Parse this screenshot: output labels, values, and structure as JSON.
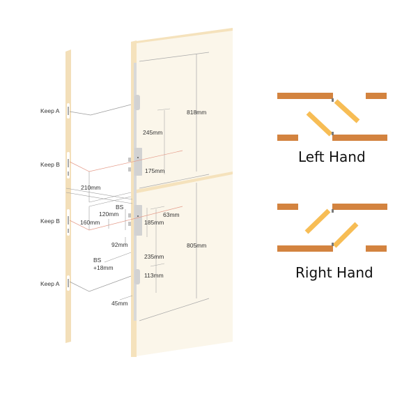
{
  "diagram": {
    "title": "Multipoint lock fitting diagram",
    "colors": {
      "door_face": "#fbf6ea",
      "door_edge": "#f5e2bc",
      "frame": "#f3dfb9",
      "leaf_bar": "#d3833f",
      "swing_leaf": "#f7bd55",
      "hinge": "#7a7a7a",
      "guide_line": "#9a9a9a",
      "red_line": "#e59a88"
    },
    "frame_labels": {
      "keep_a_top": "Keep A",
      "keep_b_top": "Keep B",
      "keep_b_bottom": "Keep B",
      "keep_a_bottom": "Keep A"
    },
    "dimensions": {
      "d818": "818mm",
      "d245": "245mm",
      "d175": "175mm",
      "d210": "210mm",
      "d120": "120mm",
      "d160": "160mm",
      "bs_top": "BS",
      "d185": "185mm",
      "d63": "63mm",
      "d92": "92mm",
      "d805": "805mm",
      "bs_bottom": "BS",
      "bs_bottom_offset": "+18mm",
      "d235": "235mm",
      "d113": "113mm",
      "d45": "45mm"
    },
    "handing": {
      "left_label": "Left Hand",
      "right_label": "Right Hand"
    }
  }
}
